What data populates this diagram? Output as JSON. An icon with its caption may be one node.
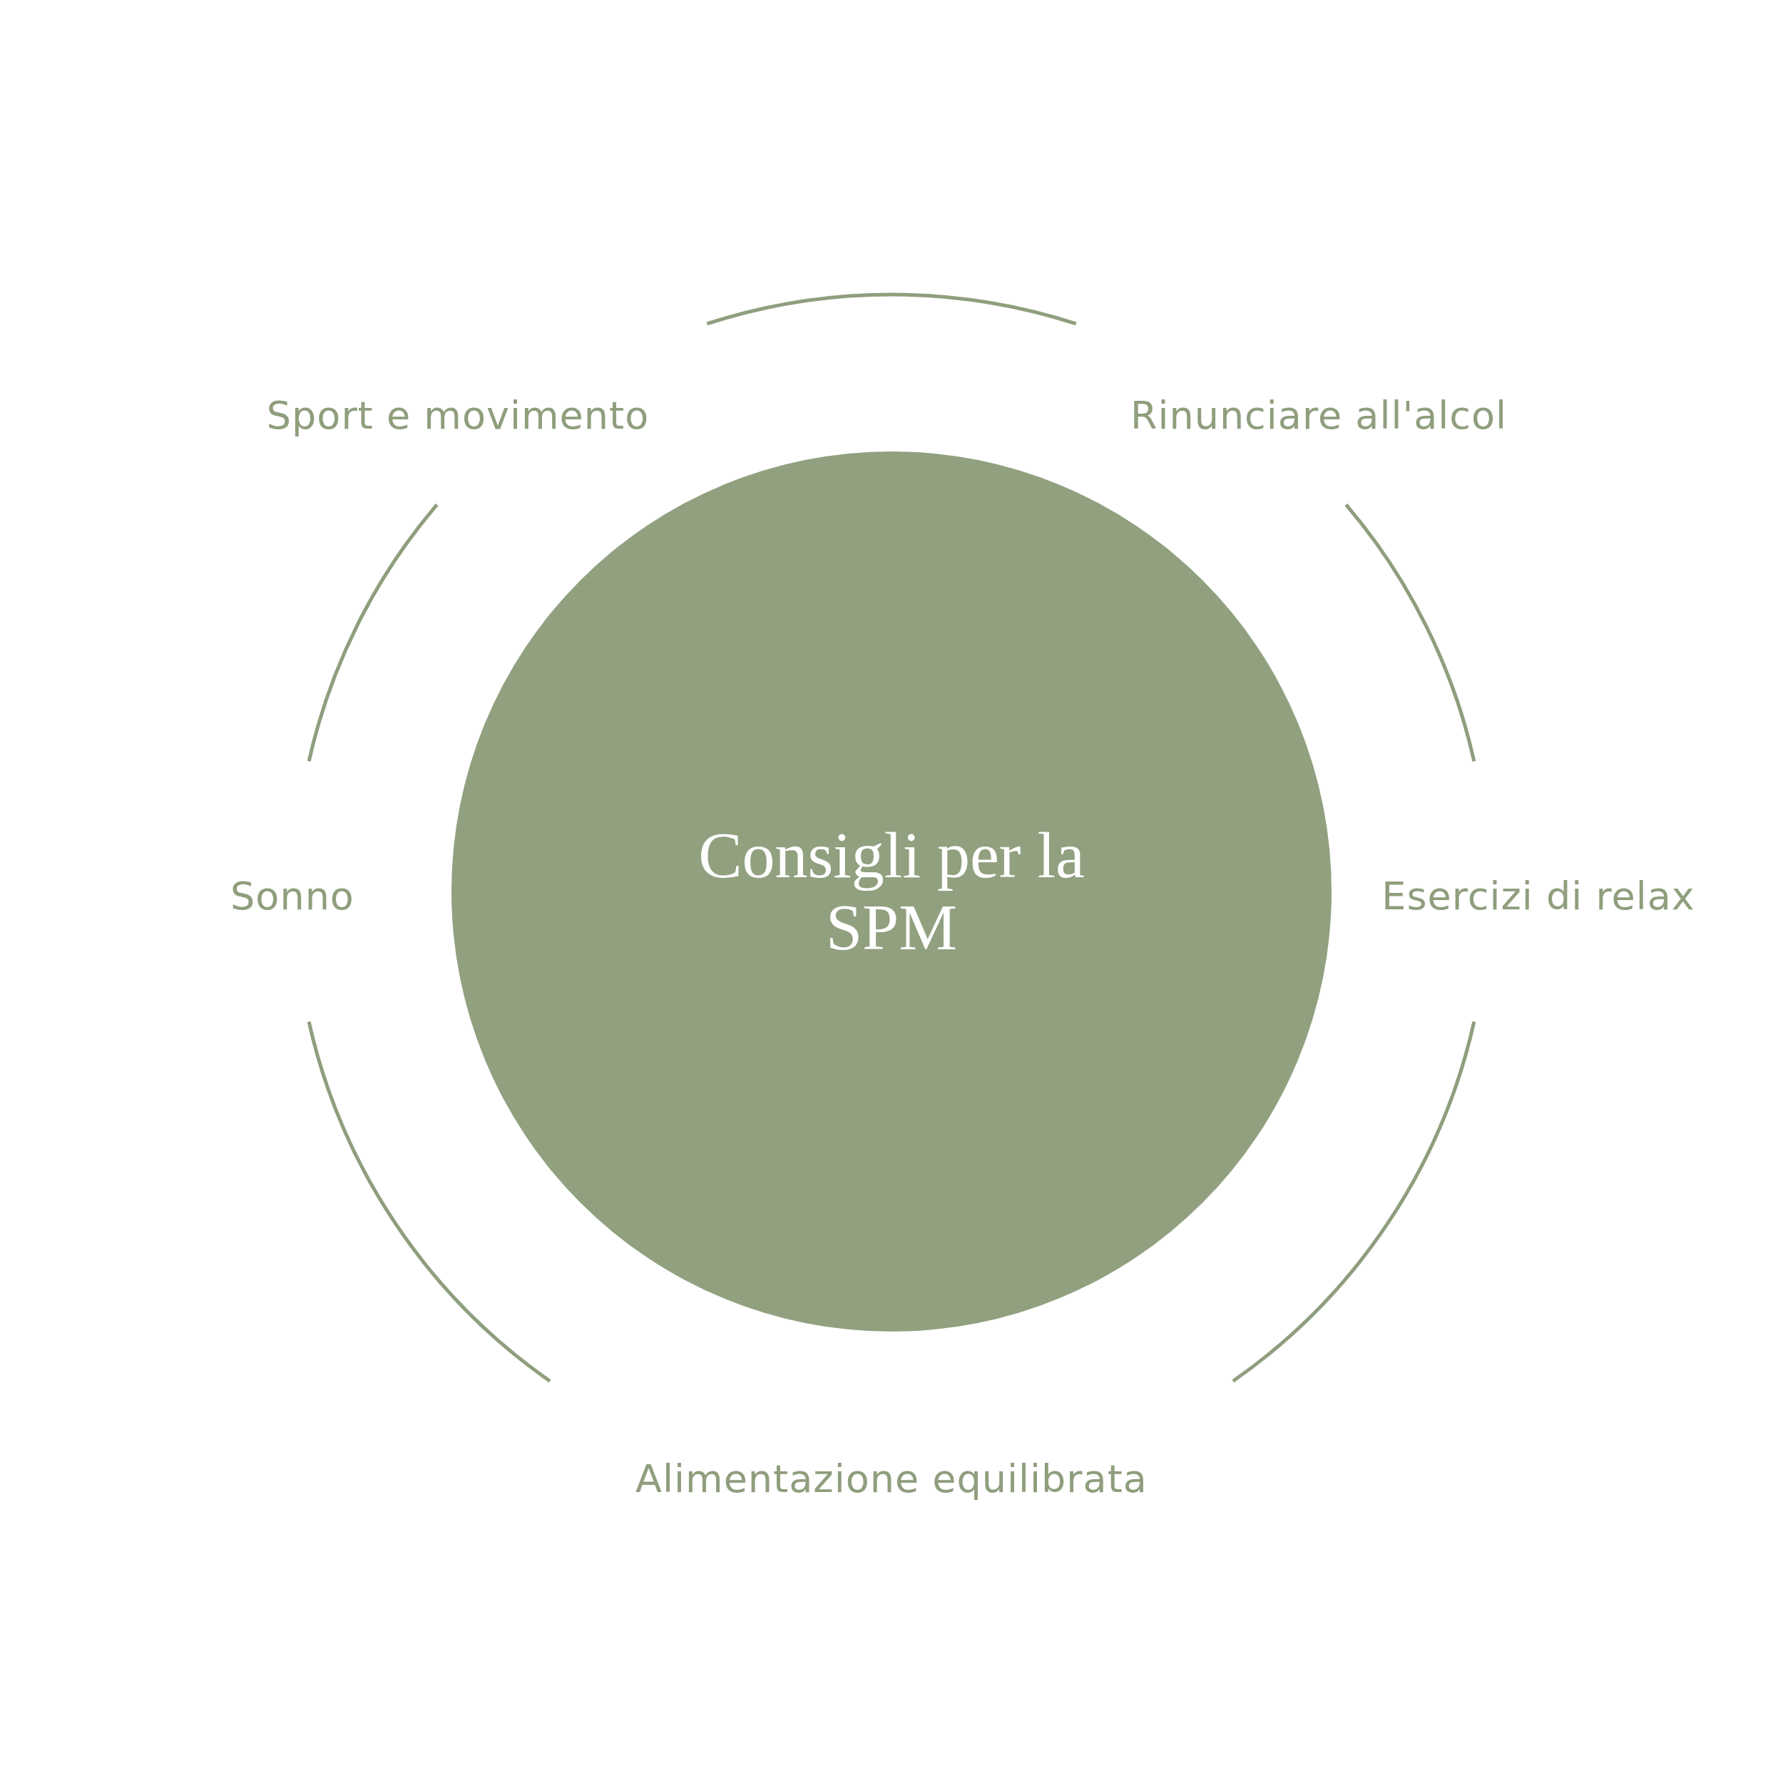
{
  "diagram": {
    "nodes": [
      {
        "text": [
          "Consigli per la SPM"
        ]
      }
    ],
    "labels": [
      "Sport e movimento",
      "Rinunciare all'alcol",
      "Sonno",
      "Esercizi di relax",
      "Alimentazione equilibrata"
    ]
  }
}
